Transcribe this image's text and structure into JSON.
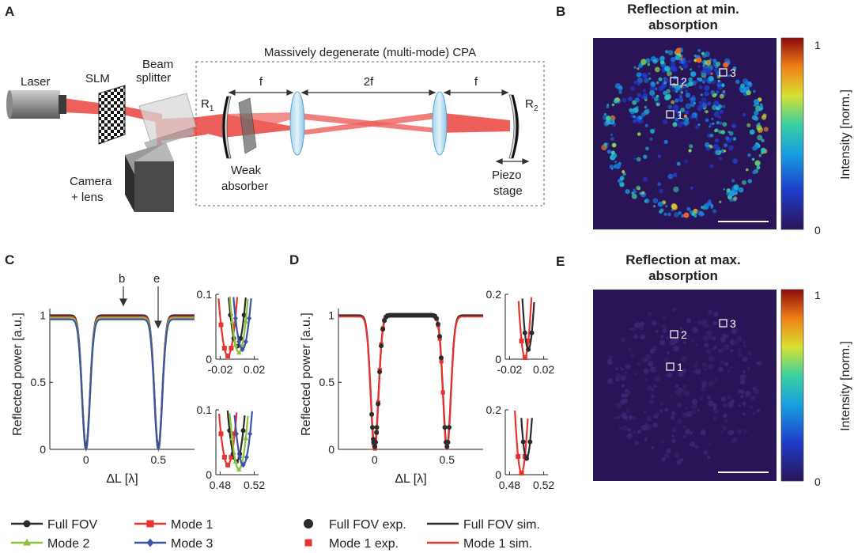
{
  "panels": {
    "A": {
      "letter": "A",
      "cpa_title": "Massively degenerate (multi-mode) CPA",
      "labels": {
        "laser": "Laser",
        "slm": "SLM",
        "beam1": "Beam",
        "beam2": "splitter",
        "r1": "R",
        "r1sub": "1",
        "r2": "R",
        "r2sub": "2",
        "f_left": "f",
        "two_f": "2f",
        "f_right": "f",
        "weak1": "Weak",
        "weak2": "absorber",
        "cam1": "Camera",
        "cam2": "+ lens",
        "piezo1": "Piezo",
        "piezo2": "stage"
      }
    },
    "B": {
      "letter": "B",
      "title1": "Reflection at min.",
      "title2": "absorption",
      "markers": [
        "1",
        "2",
        "3"
      ],
      "colorbar": {
        "label": "Intensity [norm.]",
        "max": "1",
        "min": "0"
      }
    },
    "E": {
      "letter": "E",
      "title1": "Reflection at max.",
      "title2": "absorption",
      "markers": [
        "1",
        "2",
        "3"
      ],
      "colorbar": {
        "label": "Intensity [norm.]",
        "max": "1",
        "min": "0"
      }
    },
    "C": {
      "letter": "C",
      "arrow_b": "b",
      "arrow_e": "e"
    },
    "D": {
      "letter": "D"
    }
  },
  "legend_C": [
    {
      "label": "Full FOV",
      "color": "#2b2b2b",
      "marker": "circle"
    },
    {
      "label": "Mode 1",
      "color": "#e8332e",
      "marker": "square"
    },
    {
      "label": "Mode 2",
      "color": "#8cc23f",
      "marker": "triangle"
    },
    {
      "label": "Mode 3",
      "color": "#3a55a4",
      "marker": "diamond"
    }
  ],
  "legend_D": [
    {
      "label": "Full FOV exp.",
      "color": "#2b2b2b",
      "marker": "circle"
    },
    {
      "label": "Full FOV sim.",
      "color": "#2b2b2b",
      "marker": "line"
    },
    {
      "label": "Mode 1 exp.",
      "color": "#e8332e",
      "marker": "square"
    },
    {
      "label": "Mode 1 sim.",
      "color": "#e8332e",
      "marker": "line"
    }
  ],
  "colors": {
    "laser": "#e8332e",
    "full": "#2b2b2b",
    "mode1": "#e8332e",
    "mode2": "#8cc23f",
    "mode3": "#3a55a4",
    "bg": "#2a1458"
  },
  "chart_data": [
    {
      "id": "C_main",
      "type": "line",
      "xlabel": "ΔL [λ]",
      "ylabel": "Reflected power [a.u.]",
      "xlim": [
        -0.25,
        0.75
      ],
      "ylim": [
        0,
        1.05
      ],
      "xticks": [
        0,
        0.5
      ],
      "xticklabels": [
        "0",
        "0.5"
      ],
      "yticks": [
        0,
        0.5,
        1
      ],
      "yticklabels": [
        "0",
        "0.5",
        "1"
      ],
      "series": [
        {
          "name": "Full FOV",
          "color": "#2b2b2b",
          "dips": [
            0.0,
            0.5
          ],
          "width": 0.045,
          "min": 0.02
        },
        {
          "name": "Mode 1",
          "color": "#e8332e",
          "dips": [
            0.0,
            0.5
          ],
          "width": 0.045,
          "min": 0.0
        },
        {
          "name": "Mode 2",
          "color": "#8cc23f",
          "dips": [
            0.0,
            0.5
          ],
          "width": 0.045,
          "min": 0.01
        },
        {
          "name": "Mode 3",
          "color": "#3a55a4",
          "dips": [
            0.0,
            0.5
          ],
          "width": 0.046,
          "min": 0.03
        }
      ]
    },
    {
      "id": "C_in1",
      "type": "line",
      "xlim": [
        -0.025,
        0.025
      ],
      "ylim": [
        0,
        0.1
      ],
      "xticks": [
        -0.02,
        0.02
      ],
      "xticklabels": [
        "-0.02",
        "0.02"
      ],
      "yticks": [
        0,
        0.1
      ],
      "yticklabels": [
        "0",
        "0.1"
      ],
      "series": [
        {
          "name": "Mode 1",
          "color": "#e8332e",
          "center": -0.011,
          "min": 0.005,
          "marker": "square"
        },
        {
          "name": "Full FOV",
          "color": "#2b2b2b",
          "center": 0.0,
          "min": 0.02,
          "marker": "circle"
        },
        {
          "name": "Mode 2",
          "color": "#8cc23f",
          "center": 0.002,
          "min": 0.01,
          "marker": "triangle"
        },
        {
          "name": "Mode 3",
          "color": "#3a55a4",
          "center": 0.006,
          "min": 0.015,
          "marker": "diamond"
        }
      ]
    },
    {
      "id": "C_in2",
      "type": "line",
      "xlim": [
        0.475,
        0.525
      ],
      "ylim": [
        0,
        0.1
      ],
      "xticks": [
        0.48,
        0.52
      ],
      "xticklabels": [
        "0.48",
        "0.52"
      ],
      "yticks": [
        0,
        0.1
      ],
      "yticklabels": [
        "0",
        "0.1"
      ],
      "series": [
        {
          "name": "Mode 1",
          "color": "#e8332e",
          "center": 0.489,
          "min": 0.015,
          "marker": "square"
        },
        {
          "name": "Full FOV",
          "color": "#2b2b2b",
          "center": 0.499,
          "min": 0.02,
          "marker": "circle"
        },
        {
          "name": "Mode 2",
          "color": "#8cc23f",
          "center": 0.502,
          "min": 0.008,
          "marker": "triangle"
        },
        {
          "name": "Mode 3",
          "color": "#3a55a4",
          "center": 0.507,
          "min": 0.015,
          "marker": "diamond"
        }
      ]
    },
    {
      "id": "D_main",
      "type": "line",
      "xlabel": "ΔL [λ]",
      "ylabel": "Reflected power [a.u.]",
      "xlim": [
        -0.25,
        0.75
      ],
      "ylim": [
        0,
        1.05
      ],
      "xticks": [
        0,
        0.5
      ],
      "xticklabels": [
        "0",
        "0.5"
      ],
      "yticks": [
        0,
        0.5,
        1
      ],
      "yticklabels": [
        "0",
        "0.5",
        "1"
      ],
      "series": [
        {
          "name": "Full FOV sim.",
          "color": "#2b2b2b",
          "dips": [
            0.0,
            0.5
          ],
          "width": 0.045,
          "min": 0.02
        },
        {
          "name": "Mode 1 sim.",
          "color": "#e8332e",
          "dips": [
            0.0,
            0.5
          ],
          "width": 0.045,
          "min": 0.0
        }
      ]
    },
    {
      "id": "D_in1",
      "type": "line",
      "xlim": [
        -0.025,
        0.025
      ],
      "ylim": [
        0,
        0.2
      ],
      "xticks": [
        -0.02,
        0.02
      ],
      "xticklabels": [
        "-0.02",
        "0.02"
      ],
      "yticks": [
        0,
        0.2
      ],
      "yticklabels": [
        "0",
        "0.2"
      ],
      "series": [
        {
          "name": "Mode 1",
          "color": "#e8332e",
          "center": -0.002,
          "min": 0.005,
          "marker": "square"
        },
        {
          "name": "Full FOV",
          "color": "#2b2b2b",
          "center": 0.002,
          "min": 0.03,
          "marker": "circle"
        }
      ]
    },
    {
      "id": "D_in2",
      "type": "line",
      "xlim": [
        0.475,
        0.525
      ],
      "ylim": [
        0,
        0.2
      ],
      "xticks": [
        0.48,
        0.52
      ],
      "xticklabels": [
        "0.48",
        "0.52"
      ],
      "yticks": [
        0,
        0.2
      ],
      "yticklabels": [
        "0",
        "0.2"
      ],
      "series": [
        {
          "name": "Mode 1",
          "color": "#e8332e",
          "center": 0.494,
          "min": 0.005,
          "marker": "square"
        },
        {
          "name": "Full FOV",
          "color": "#2b2b2b",
          "center": 0.5,
          "min": 0.05,
          "marker": "circle"
        }
      ]
    }
  ]
}
